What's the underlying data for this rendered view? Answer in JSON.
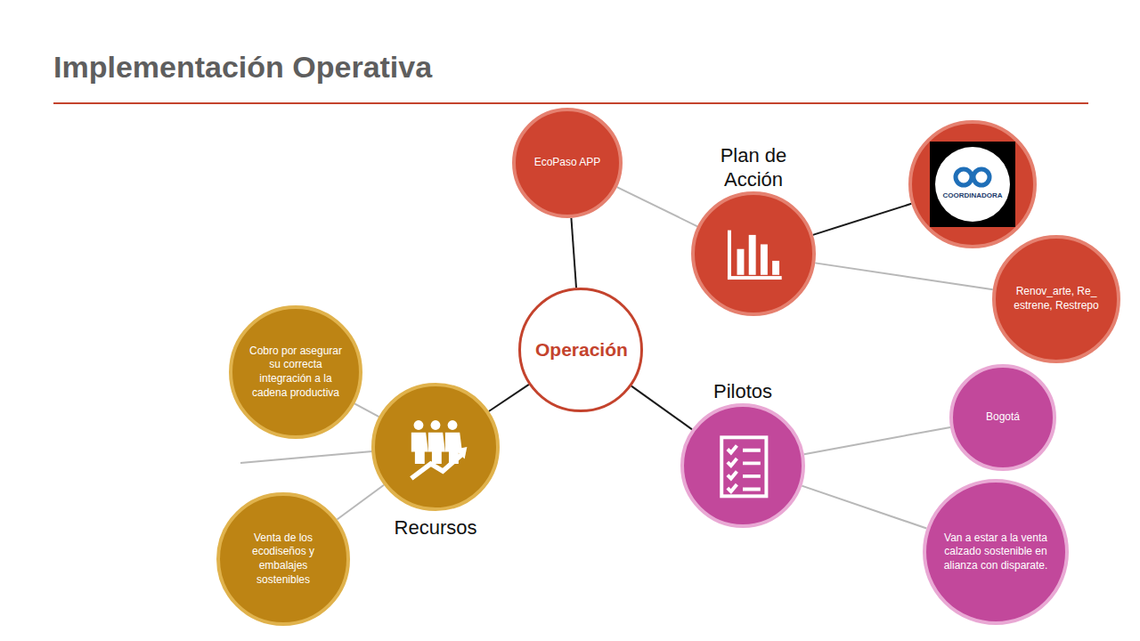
{
  "diagram": {
    "title": "Implementación Operativa",
    "nodes": [
      {
        "text": [
          "Operación"
        ]
      },
      {
        "text": [
          "EcoPaso APP"
        ]
      },
      {
        "text": [
          "Plan de Acción"
        ]
      },
      {
        "text": [
          "COORDINADORA"
        ]
      },
      {
        "text": [
          "Renov_arte, Re_ estrene, Restrepo"
        ]
      },
      {
        "text": [
          "Pilotos"
        ]
      },
      {
        "text": [
          "Bogotá"
        ]
      },
      {
        "text": [
          "Van a estar a la venta calzado sostenible en alianza con disparate."
        ]
      },
      {
        "text": [
          "Recursos"
        ]
      },
      {
        "text": [
          "Cobro por asegurar su correcta integración a la cadena productiva"
        ]
      },
      {
        "text": [
          "Venta de los ecodiseños y embalajes sostenibles"
        ]
      }
    ],
    "edges": [
      {
        "from": 0,
        "to": 1,
        "arrow": "none"
      },
      {
        "from": 1,
        "to": 2,
        "arrow": "none"
      },
      {
        "from": 2,
        "to": 3,
        "arrow": "none"
      },
      {
        "from": 2,
        "to": 4,
        "arrow": "none"
      },
      {
        "from": 0,
        "to": 5,
        "arrow": "none"
      },
      {
        "from": 5,
        "to": 6,
        "arrow": "none"
      },
      {
        "from": 5,
        "to": 7,
        "arrow": "none"
      },
      {
        "from": 0,
        "to": 8,
        "arrow": "none"
      },
      {
        "from": 8,
        "to": 9,
        "arrow": "none"
      },
      {
        "from": 8,
        "to": 10,
        "arrow": "none"
      }
    ]
  }
}
